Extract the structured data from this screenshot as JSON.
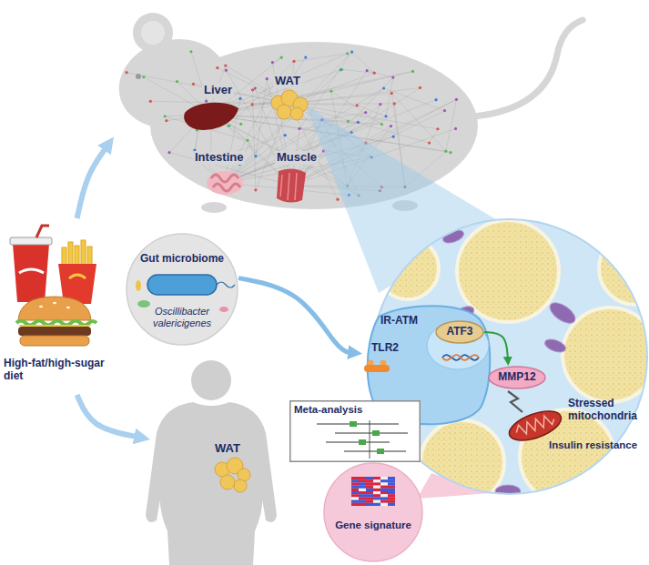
{
  "diagram": {
    "nodes": [
      {
        "text": [
          "Liver",
          "WAT",
          "Intestine",
          "Muscle"
        ]
      },
      {
        "text": [
          "High-fat/high-sugar diet"
        ]
      },
      {
        "text": [
          "Gut microbiome",
          "Oscillibacter valericigenes"
        ]
      },
      {
        "text": [
          "Stressed mitochondria",
          "Insulin resistance"
        ]
      },
      {
        "text": [
          "TLR2",
          "IR-ATM"
        ],
        "in": 3
      },
      {
        "text": [
          "ATF3"
        ],
        "in": 4
      },
      {
        "text": [
          "MMP12"
        ],
        "in": 4
      },
      {
        "text": [
          "WAT"
        ]
      },
      {
        "text": [
          "Meta-analysis"
        ]
      },
      {
        "text": [
          "Gene signature"
        ]
      }
    ],
    "edges": [
      {
        "from": 1,
        "to": 0,
        "arrow": "to"
      },
      {
        "from": 1,
        "to": 7,
        "arrow": "to"
      },
      {
        "from": 2,
        "to": 4,
        "arrow": "to"
      },
      {
        "from": 5,
        "to": 6,
        "arrow": "to"
      }
    ]
  }
}
